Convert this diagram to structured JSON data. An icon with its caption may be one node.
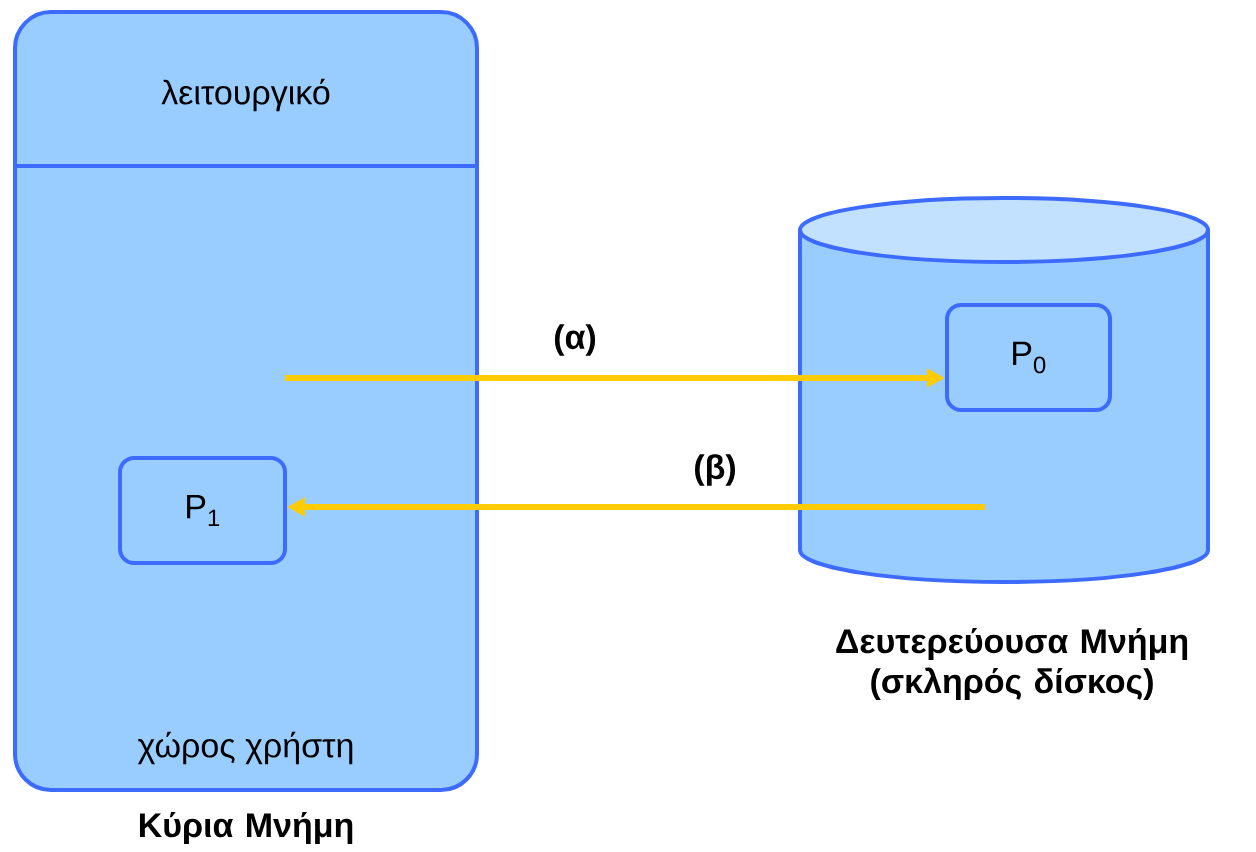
{
  "diagram": {
    "nodes": [
      {
        "text": [
          "χώρος χρήστη"
        ],
        "beside": [
          "Κύρια Μνήμη"
        ]
      },
      {
        "text": [
          "λειτουργικό"
        ],
        "in": 0
      },
      {
        "text": [
          "P$_{1}$"
        ],
        "in": 0
      },
      {
        "text": [],
        "shape": "cylinder",
        "beside": [
          "Δευτερεύουσα Μνήμη (σκληρός δίσκος)"
        ]
      },
      {
        "text": [
          "P$_{0}$"
        ],
        "in": 3
      }
    ],
    "edges": [
      {
        "from": null,
        "to": 4,
        "arrow": "to",
        "label": "(α)"
      },
      {
        "from": null,
        "to": 2,
        "arrow": "to",
        "label": "(β)"
      }
    ]
  }
}
